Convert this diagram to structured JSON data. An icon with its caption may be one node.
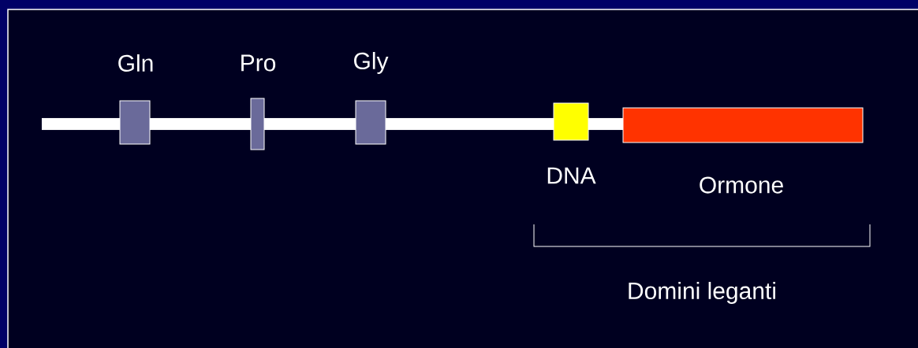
{
  "diagram": {
    "nodes": [
      {
        "text": [],
        "shape": "bar"
      },
      {
        "text": [
          "Gln"
        ]
      },
      {
        "text": [
          "Pro"
        ]
      },
      {
        "text": [
          "Gly"
        ]
      },
      {
        "text": [
          "DNA"
        ]
      },
      {
        "text": [
          "Ormone"
        ]
      }
    ],
    "labels": [
      "Domini leganti"
    ]
  }
}
